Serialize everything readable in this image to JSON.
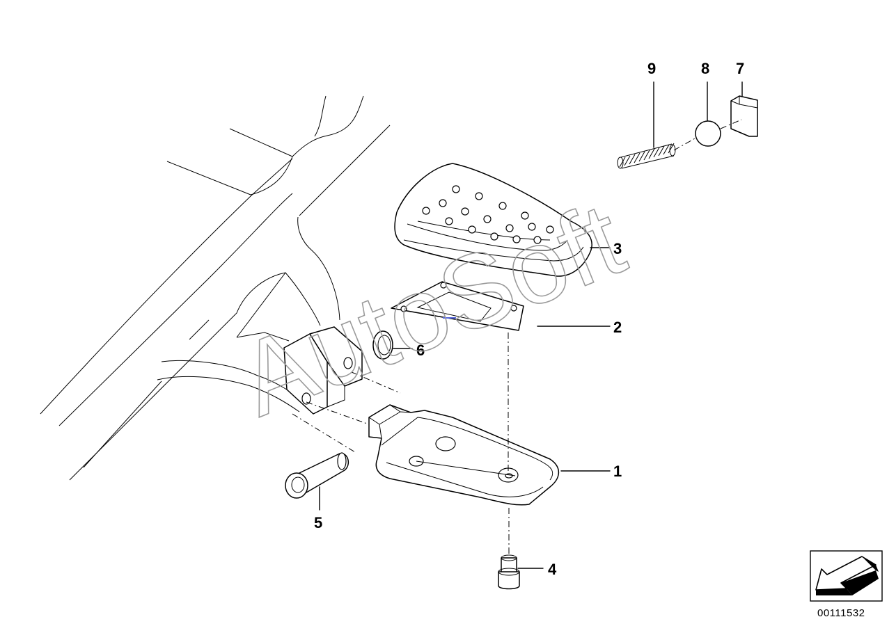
{
  "callouts": {
    "c1": "1",
    "c2": "2",
    "c3": "3",
    "c4": "4",
    "c5": "5",
    "c6": "6",
    "c7": "7",
    "c8": "8",
    "c9": "9"
  },
  "watermark": "AutoSoft",
  "reference_number": "00111532",
  "direction_icon": "arrow-forward-icon"
}
